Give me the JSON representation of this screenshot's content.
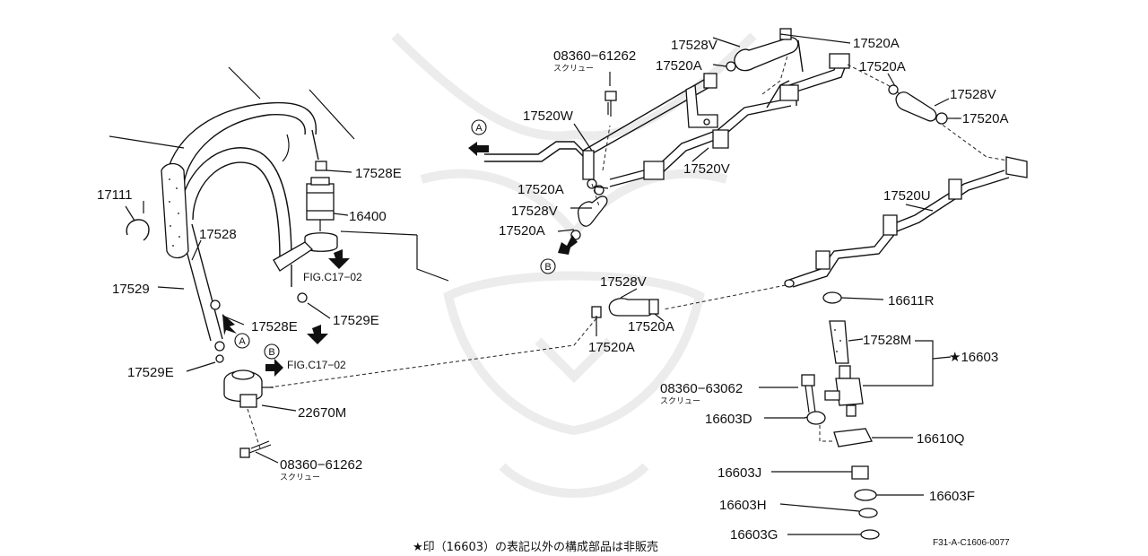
{
  "labels": {
    "p17520A_1": "17520A",
    "p17528V_1": "17528V",
    "p08360_61262_top": "08360−61262",
    "screw_top": "スクリュー",
    "p17520A_2": "17520A",
    "p17520A_3": "17520A",
    "p17528V_2": "17528V",
    "p17520A_4": "−17520A",
    "p17520W": "17520W",
    "p17520V": "17520V",
    "p17528E_1": "17528E",
    "p16400": "16400",
    "p17111": "17111",
    "p17528": "17528",
    "p17520A_5": "17520A",
    "p17528V_3": "17528V",
    "p17520A_6": "17520A",
    "p17520U": "17520U",
    "figc17_1": "FIG.C17−02",
    "p17529": "17529",
    "p17528V_4": "17528V",
    "p16611R": "16611R",
    "p17528E_2": "17528E",
    "p17529E_1": "17529E",
    "p17520A_7": "17520A",
    "p17520A_8": "17520A",
    "p17528M": "17528M",
    "p16603": "★16603",
    "p17529E_2": "17529E",
    "figc17_2": "FIG.C17−02",
    "p22670M": "22670M",
    "p08360_63062": "08360−63062",
    "screw_mid": "スクリュー",
    "p16603D": "16603D",
    "p16610Q": "16610Q",
    "p08360_61262_bot": "08360−61262",
    "screw_bot": "スクリュー",
    "p16603J": "16603J",
    "p16603F": "16603F",
    "p16603H": "16603H",
    "p16603G": "16603G"
  },
  "refs": {
    "A": "A",
    "B": "B"
  },
  "footer": {
    "note": "★印（16603）の表記以外の構成部品は非販売",
    "code": "F31-A-C1606-0077"
  }
}
